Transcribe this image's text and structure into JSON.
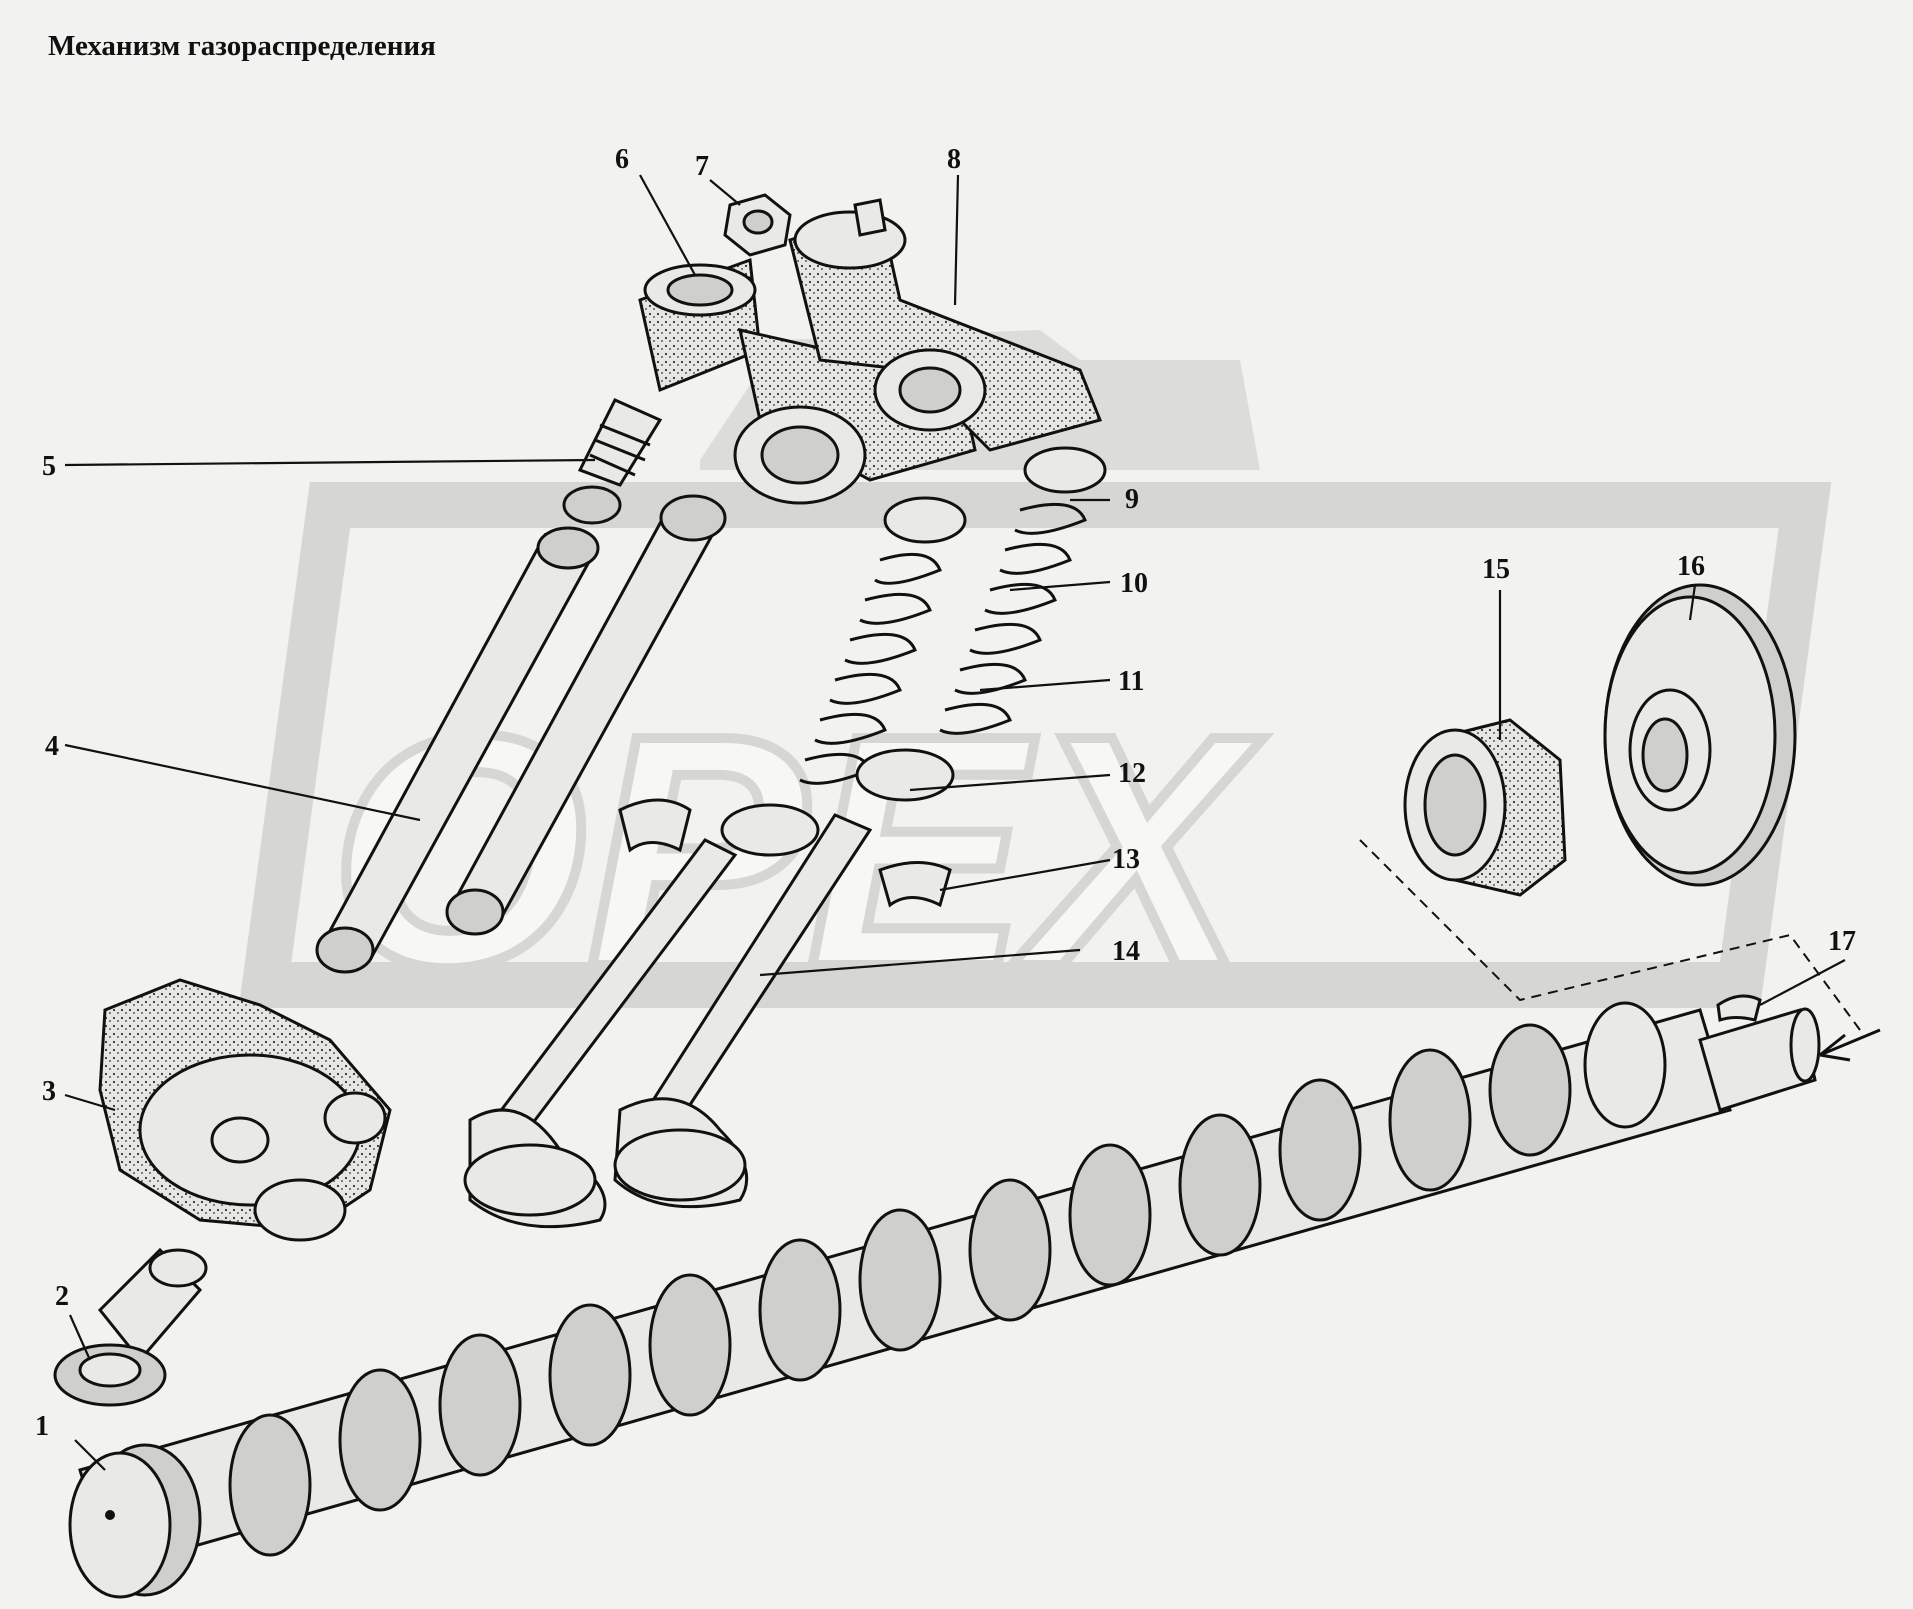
{
  "title": "Механизм газораспределения",
  "watermark": "OPEX",
  "colors": {
    "background": "#f2f2f0",
    "ink": "#111111",
    "watermark": "#d6d6d4"
  },
  "callouts": [
    {
      "num": "1"
    },
    {
      "num": "2"
    },
    {
      "num": "3"
    },
    {
      "num": "4"
    },
    {
      "num": "5"
    },
    {
      "num": "6"
    },
    {
      "num": "7"
    },
    {
      "num": "8"
    },
    {
      "num": "9"
    },
    {
      "num": "10"
    },
    {
      "num": "11"
    },
    {
      "num": "12"
    },
    {
      "num": "13"
    },
    {
      "num": "14"
    },
    {
      "num": "15"
    },
    {
      "num": "16"
    },
    {
      "num": "17"
    }
  ]
}
